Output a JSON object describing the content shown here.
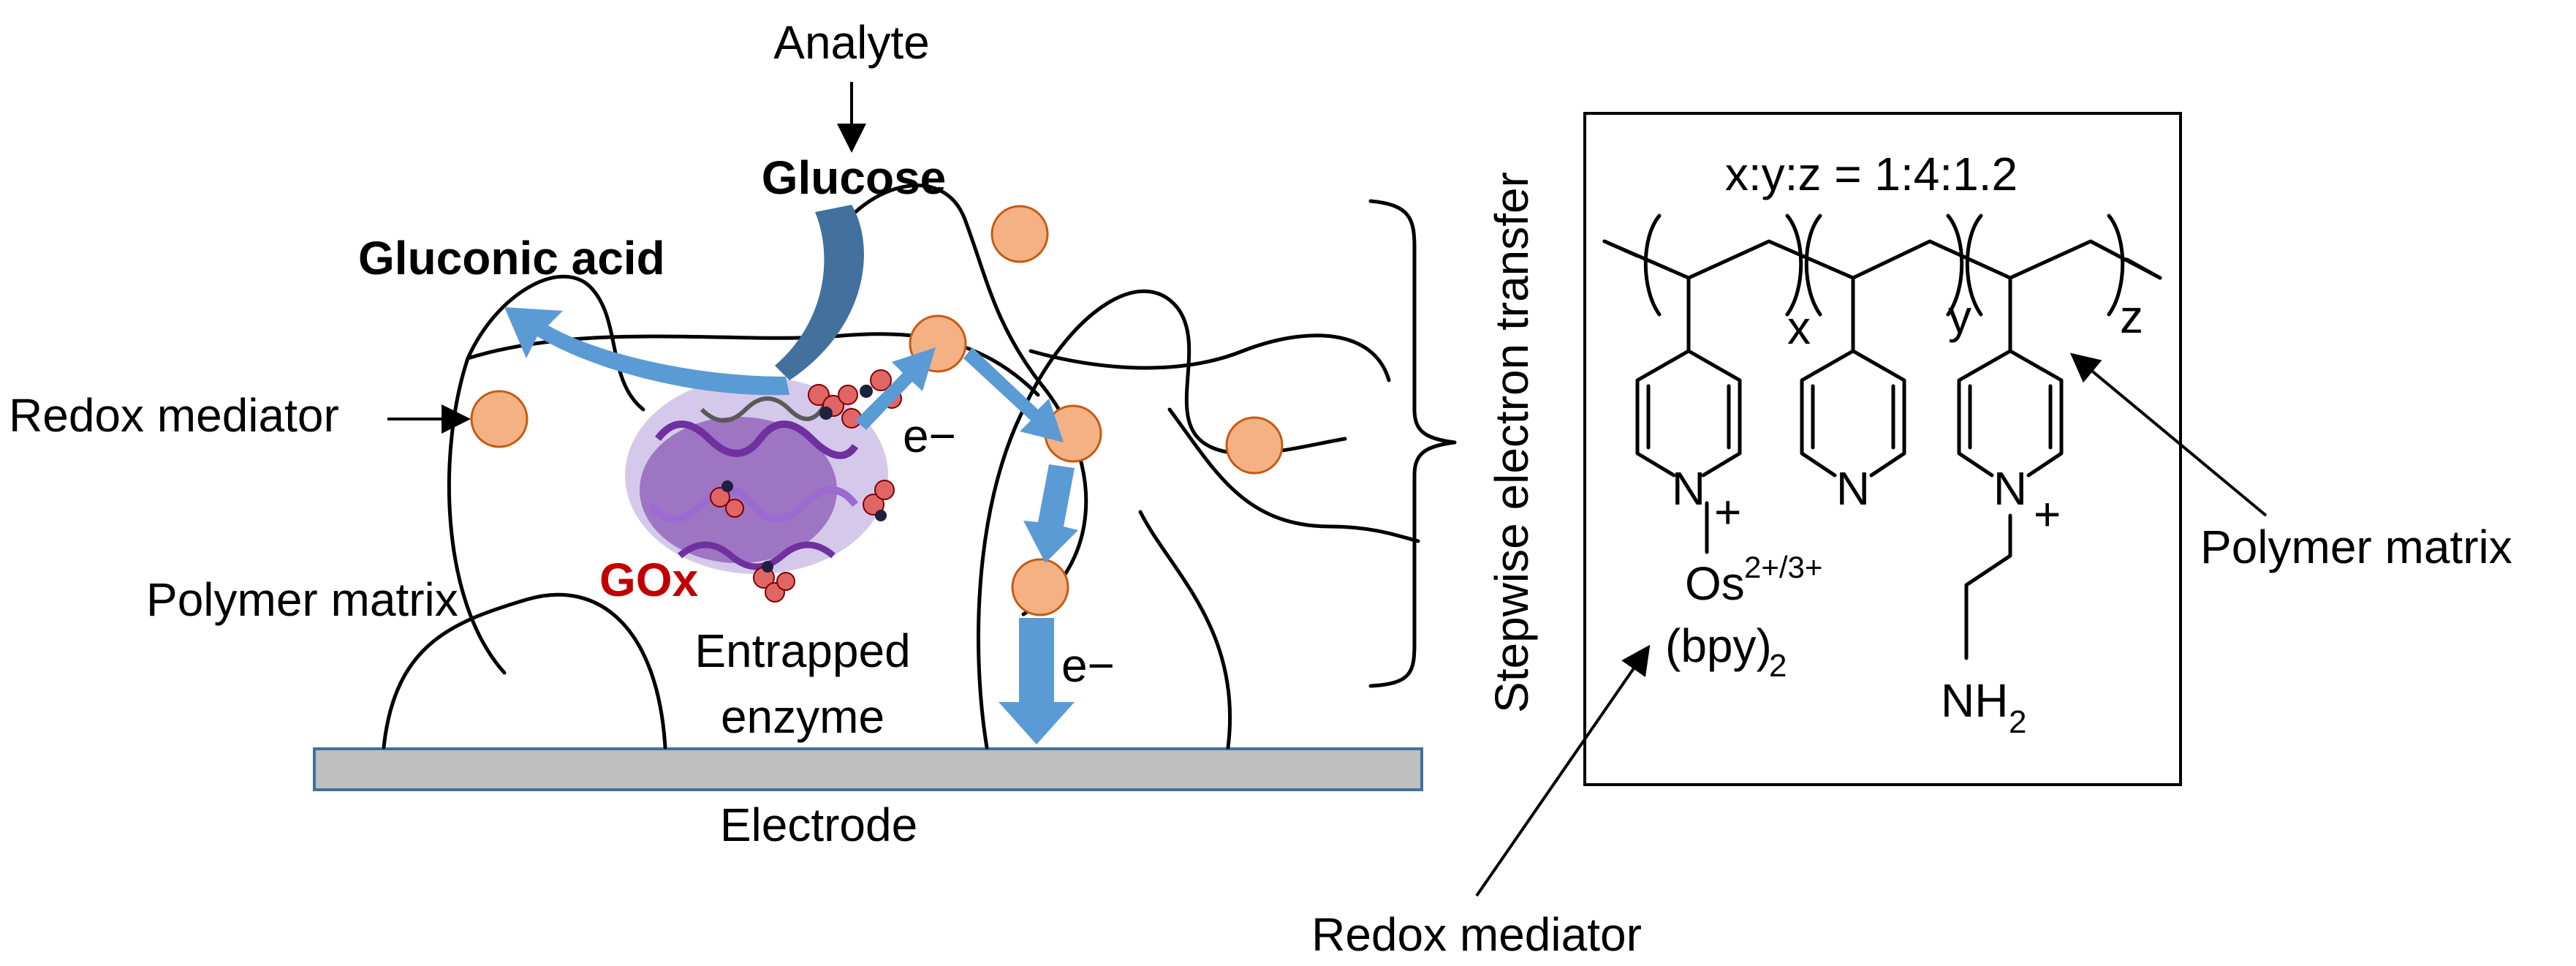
{
  "diagram": {
    "analyte_label": "Analyte",
    "glucose_label": "Glucose",
    "gluconic_acid_label": "Gluconic acid",
    "redox_mediator_label": "Redox mediator",
    "polymer_matrix_label": "Polymer matrix",
    "gox_label": "GOx",
    "entrapped_label_line1": "Entrapped",
    "entrapped_label_line2": "enzyme",
    "electron_label": "e−",
    "electrode_label": "Electrode",
    "stepwise_label": "Stepwise electron transfer",
    "ratio_label": "x:y:z = 1:4:1.2",
    "subscript_x": "x",
    "subscript_y": "y",
    "subscript_z": "z",
    "nitrogen_plus": "N",
    "plus_sign": "+",
    "nitrogen": "N",
    "osmium": "Os",
    "osmium_charge": "2+/3+",
    "bpy_label": "(bpy)",
    "bpy_subscript": "2",
    "amine_label": "NH",
    "amine_subscript": "2",
    "right_polymer_matrix_label": "Polymer matrix",
    "right_redox_mediator_label": "Redox mediator",
    "colors": {
      "mediator_fill": "#f4b183",
      "arrow_blue": "#5b9bd5",
      "gox_red": "#c00000",
      "enzyme_purple": "#7030a0",
      "electrode_gray": "#bfbfbf"
    }
  }
}
